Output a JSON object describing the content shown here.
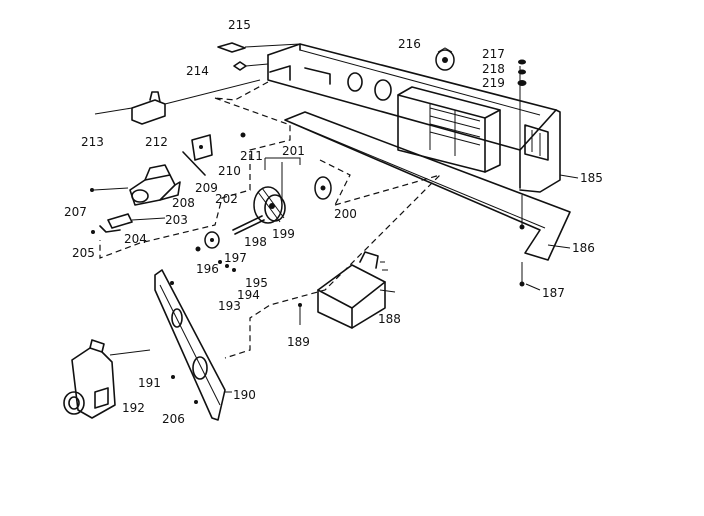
{
  "diagram": {
    "parts": [
      {
        "id": "p185",
        "label": "185"
      },
      {
        "id": "p186",
        "label": "186"
      },
      {
        "id": "p187",
        "label": "187"
      },
      {
        "id": "p188",
        "label": "188"
      },
      {
        "id": "p189",
        "label": "189"
      },
      {
        "id": "p190",
        "label": "190"
      },
      {
        "id": "p191",
        "label": "191"
      },
      {
        "id": "p192",
        "label": "192"
      },
      {
        "id": "p193",
        "label": "193"
      },
      {
        "id": "p194",
        "label": "194"
      },
      {
        "id": "p195",
        "label": "195"
      },
      {
        "id": "p196",
        "label": "196"
      },
      {
        "id": "p197",
        "label": "197"
      },
      {
        "id": "p198",
        "label": "198"
      },
      {
        "id": "p199",
        "label": "199"
      },
      {
        "id": "p200",
        "label": "200"
      },
      {
        "id": "p201",
        "label": "201"
      },
      {
        "id": "p202",
        "label": "202"
      },
      {
        "id": "p203",
        "label": "203"
      },
      {
        "id": "p204",
        "label": "204"
      },
      {
        "id": "p205",
        "label": "205"
      },
      {
        "id": "p206",
        "label": "206"
      },
      {
        "id": "p207",
        "label": "207"
      },
      {
        "id": "p208",
        "label": "208"
      },
      {
        "id": "p209",
        "label": "209"
      },
      {
        "id": "p210",
        "label": "210"
      },
      {
        "id": "p211",
        "label": "211"
      },
      {
        "id": "p212",
        "label": "212"
      },
      {
        "id": "p213",
        "label": "213"
      },
      {
        "id": "p214",
        "label": "214"
      },
      {
        "id": "p215",
        "label": "215"
      },
      {
        "id": "p216",
        "label": "216"
      },
      {
        "id": "p217",
        "label": "217"
      },
      {
        "id": "p218",
        "label": "218"
      },
      {
        "id": "p219",
        "label": "219"
      }
    ]
  }
}
